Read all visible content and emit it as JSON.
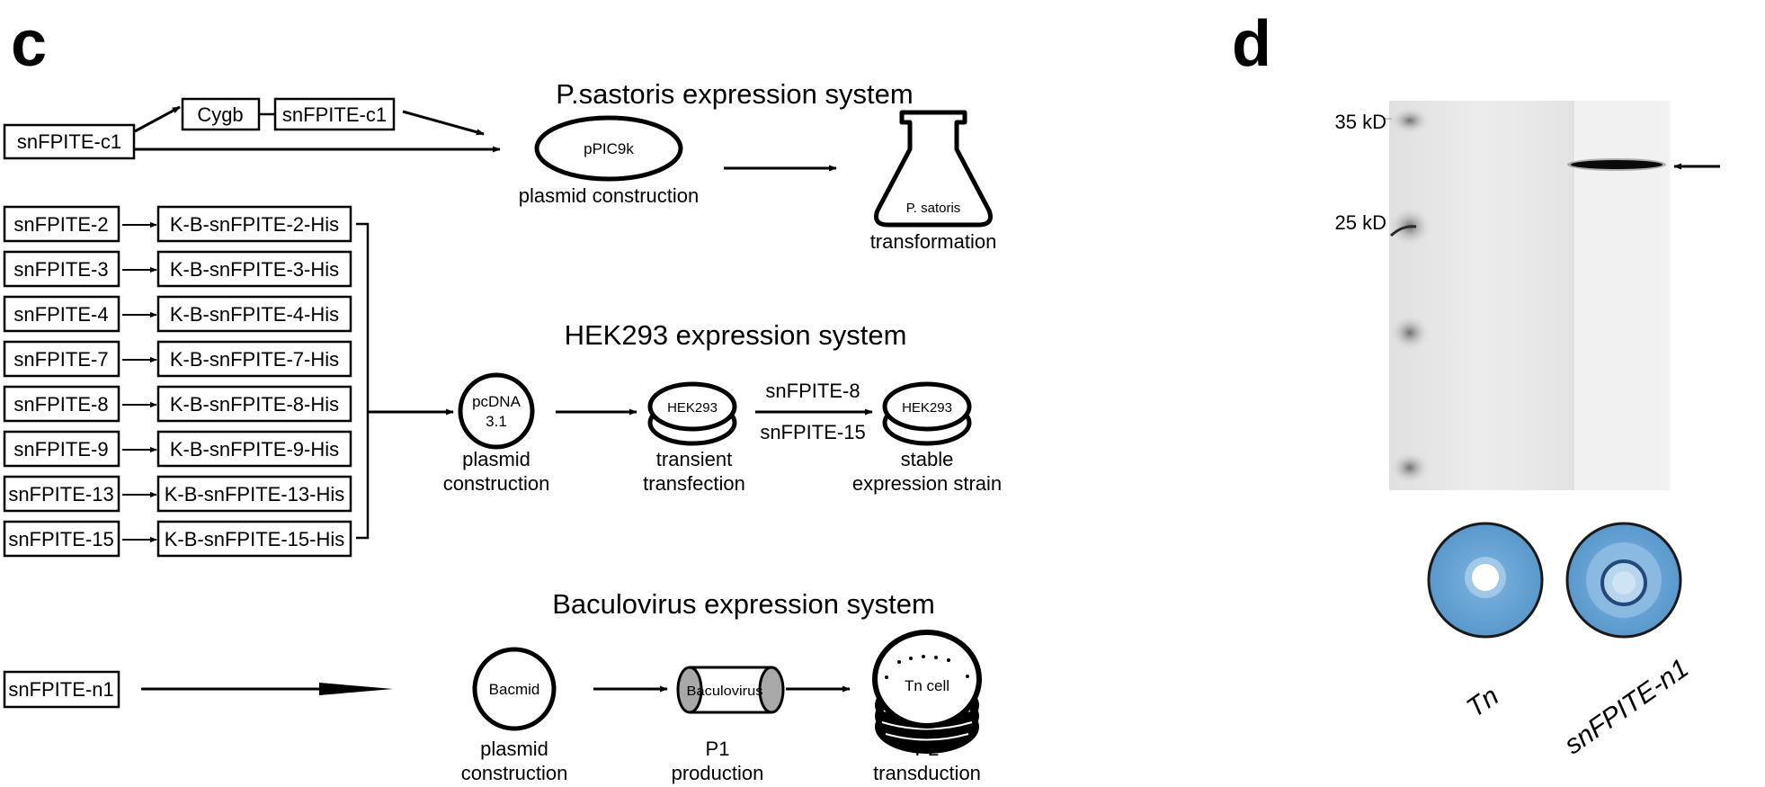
{
  "panel_c": {
    "letter": "c",
    "pichia": {
      "title": "P.sastoris expression system",
      "input": "snFPITE-c1",
      "fusion": [
        "Cygb",
        "snFPITE-c1"
      ],
      "plasmid": "pPIC9k",
      "plasmid_caption": "plasmid construction",
      "flask_label": "P. satoris",
      "flask_caption": "transformation"
    },
    "hek": {
      "title": "HEK293 expression system",
      "inputs": [
        "snFPITE-2",
        "snFPITE-3",
        "snFPITE-4",
        "snFPITE-7",
        "snFPITE-8",
        "snFPITE-9",
        "snFPITE-13",
        "snFPITE-15"
      ],
      "constructs": [
        "K-B-snFPITE-2-His",
        "K-B-snFPITE-3-His",
        "K-B-snFPITE-4-His",
        "K-B-snFPITE-7-His",
        "K-B-snFPITE-8-His",
        "K-B-snFPITE-9-His",
        "K-B-snFPITE-13-His",
        "K-B-snFPITE-15-His"
      ],
      "plasmid_line1": "pcDNA",
      "plasmid_line2": "3.1",
      "plasmid_caption_line1": "plasmid",
      "plasmid_caption_line2": "construction",
      "dish1_label": "HEK293",
      "dish1_caption_line1": "transient",
      "dish1_caption_line2": "transfection",
      "arrow_above": "snFPITE-8",
      "arrow_below": "snFPITE-15",
      "dish2_label": "HEK293",
      "dish2_caption_line1": "stable",
      "dish2_caption_line2": "expression strain"
    },
    "baculo": {
      "title": "Baculovirus expression system",
      "input": "snFPITE-n1",
      "bacmid": "Bacmid",
      "bacmid_caption_line1": "plasmid",
      "bacmid_caption_line2": "construction",
      "virus": "Baculovirus",
      "virus_caption_line1": "P1",
      "virus_caption_line2": "production",
      "cell": "Tn cell",
      "cell_caption_line1": "P2",
      "cell_caption_line2": "transduction"
    }
  },
  "panel_d": {
    "letter": "d",
    "markers": [
      "35 kD",
      "25 kD"
    ],
    "plate_labels": [
      "Tn",
      "snFPITE-n1"
    ]
  },
  "colors": {
    "ink": "#000000",
    "gel_background": "#e8e8e8",
    "plate_blue": "#6aa6d6",
    "plate_edge": "#1a1a1a",
    "cylinder_fill": "#a8a8a8"
  }
}
